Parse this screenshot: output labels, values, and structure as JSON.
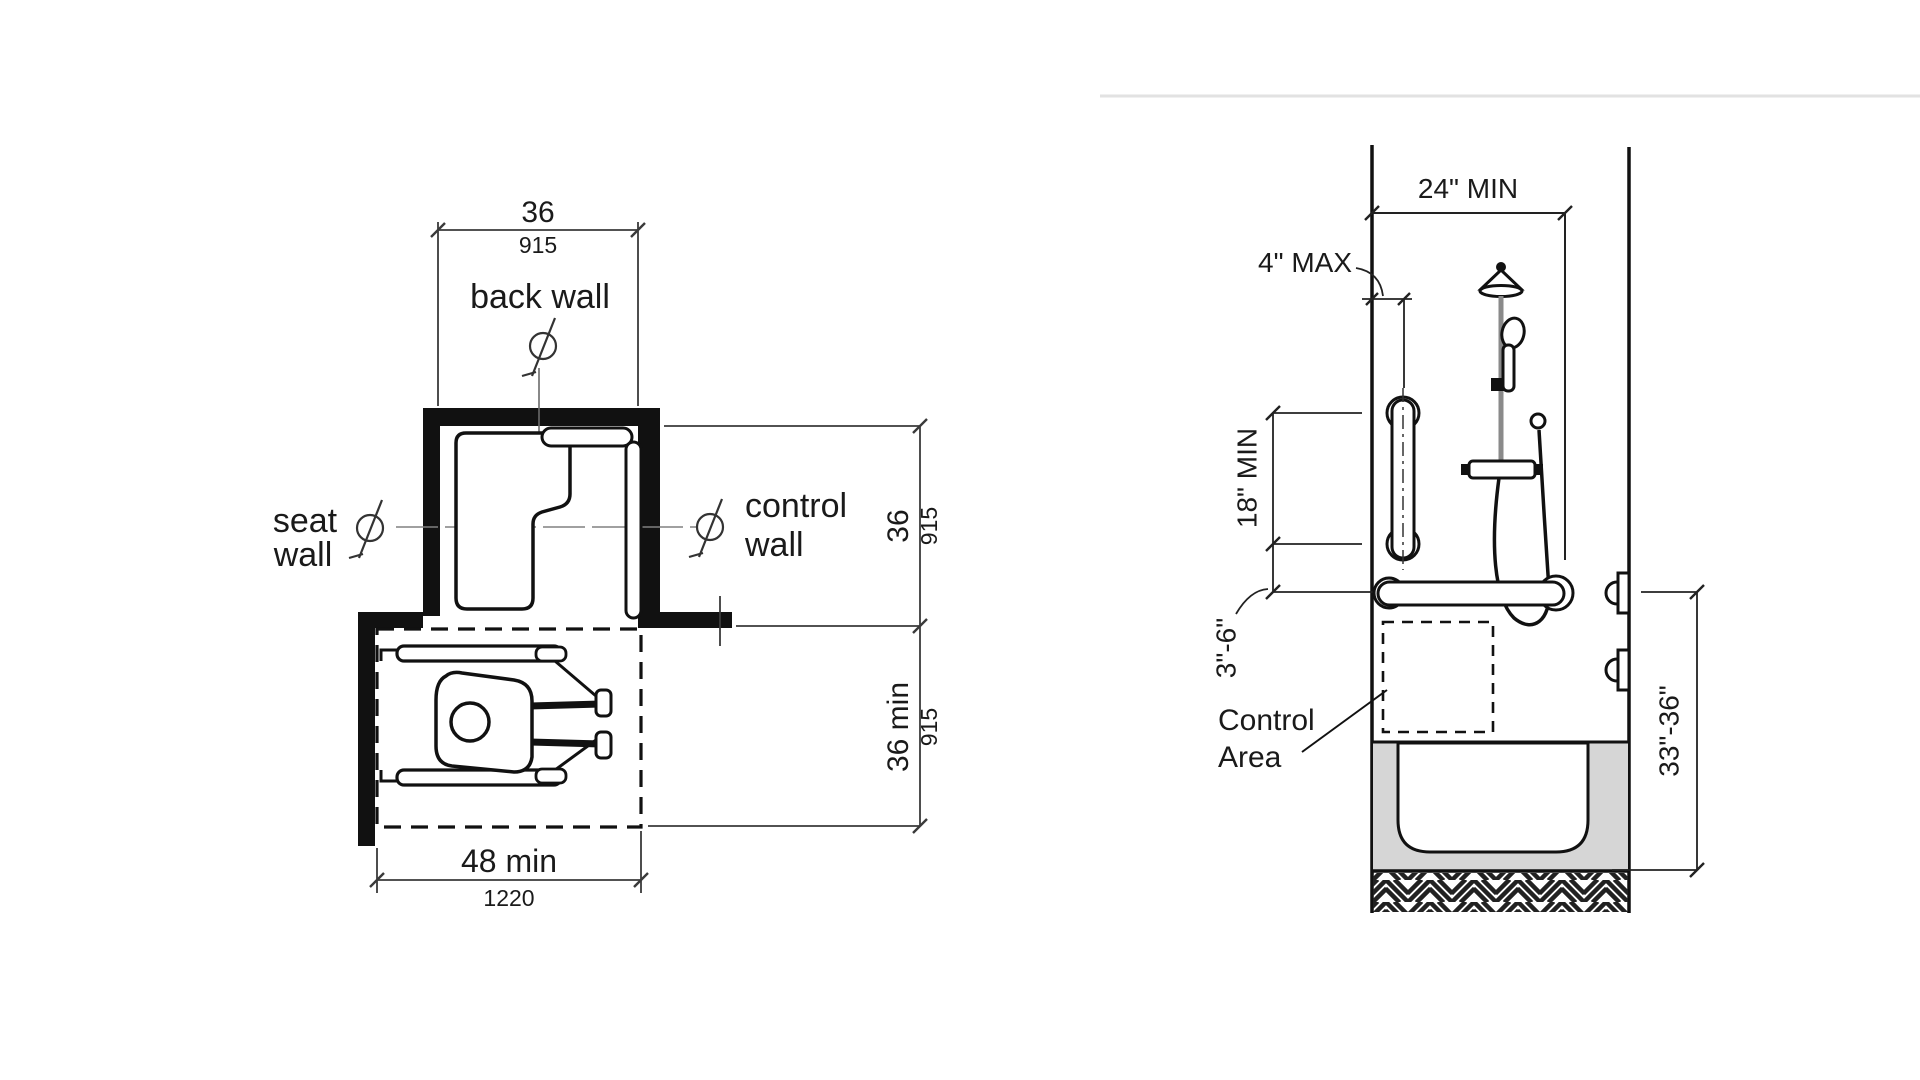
{
  "title": "Accessible transfer shower plan and bathtub/shower elevation diagram",
  "colors": {
    "ink": "#1a1a1a",
    "dim_line": "#3a3a3a",
    "centerline": "#808080",
    "rod_gray": "#8a8a8a",
    "tub_gray": "#d6d6d6",
    "background": "#ffffff"
  },
  "left": {
    "name": "transfer-shower-plan",
    "labels": {
      "back_wall": "back wall",
      "seat": "seat",
      "seat_wall": "wall",
      "control": "control",
      "control_wall": "wall"
    },
    "dims": {
      "width_in": "36",
      "width_mm": "915",
      "depth_in": "36",
      "depth_mm": "915",
      "clear_depth_in": "36 min",
      "clear_depth_mm": "915",
      "clear_width_in": "48 min",
      "clear_width_mm": "1220"
    }
  },
  "right": {
    "name": "bathtub-shower-elevation",
    "labels": {
      "control_area_line1": "Control",
      "control_area_line2": "Area"
    },
    "dims": {
      "top": "24\" MIN",
      "wall_offset": "4\" MAX",
      "grab_bar_length": "18\" MIN",
      "bar_gap": "3\"-6\"",
      "bar_height": "33\"-36\""
    }
  }
}
